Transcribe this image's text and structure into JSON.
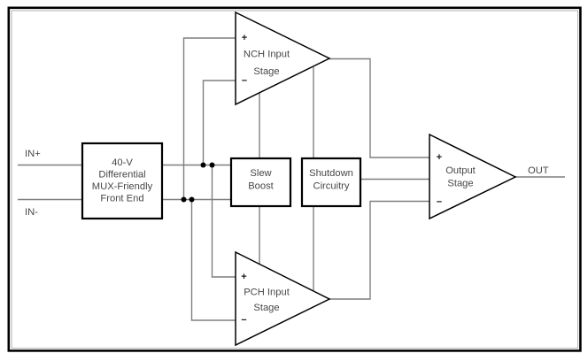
{
  "figure": {
    "type": "functional-block-diagram",
    "labels": {
      "in_plus": "IN+",
      "in_minus": "IN-",
      "out": "OUT"
    },
    "blocks": {
      "front_end": {
        "lines": [
          "40-V",
          "Differential",
          "MUX-Friendly",
          "Front End"
        ]
      },
      "slew_boost": {
        "lines": [
          "Slew",
          "Boost"
        ]
      },
      "shutdown": {
        "lines": [
          "Shutdown",
          "Circuitry"
        ]
      },
      "nch_input": {
        "lines": [
          "NCH Input",
          "Stage"
        ],
        "plus": "+",
        "minus": "−"
      },
      "pch_input": {
        "lines": [
          "PCH Input",
          "Stage"
        ],
        "plus": "+",
        "minus": "−"
      },
      "output_stage": {
        "lines": [
          "Output",
          "Stage"
        ],
        "plus": "+",
        "minus": "−"
      }
    },
    "colors": {
      "wire": "#7f7f7f",
      "outline": "#000000",
      "text": "#474747",
      "background": "#ffffff"
    }
  }
}
